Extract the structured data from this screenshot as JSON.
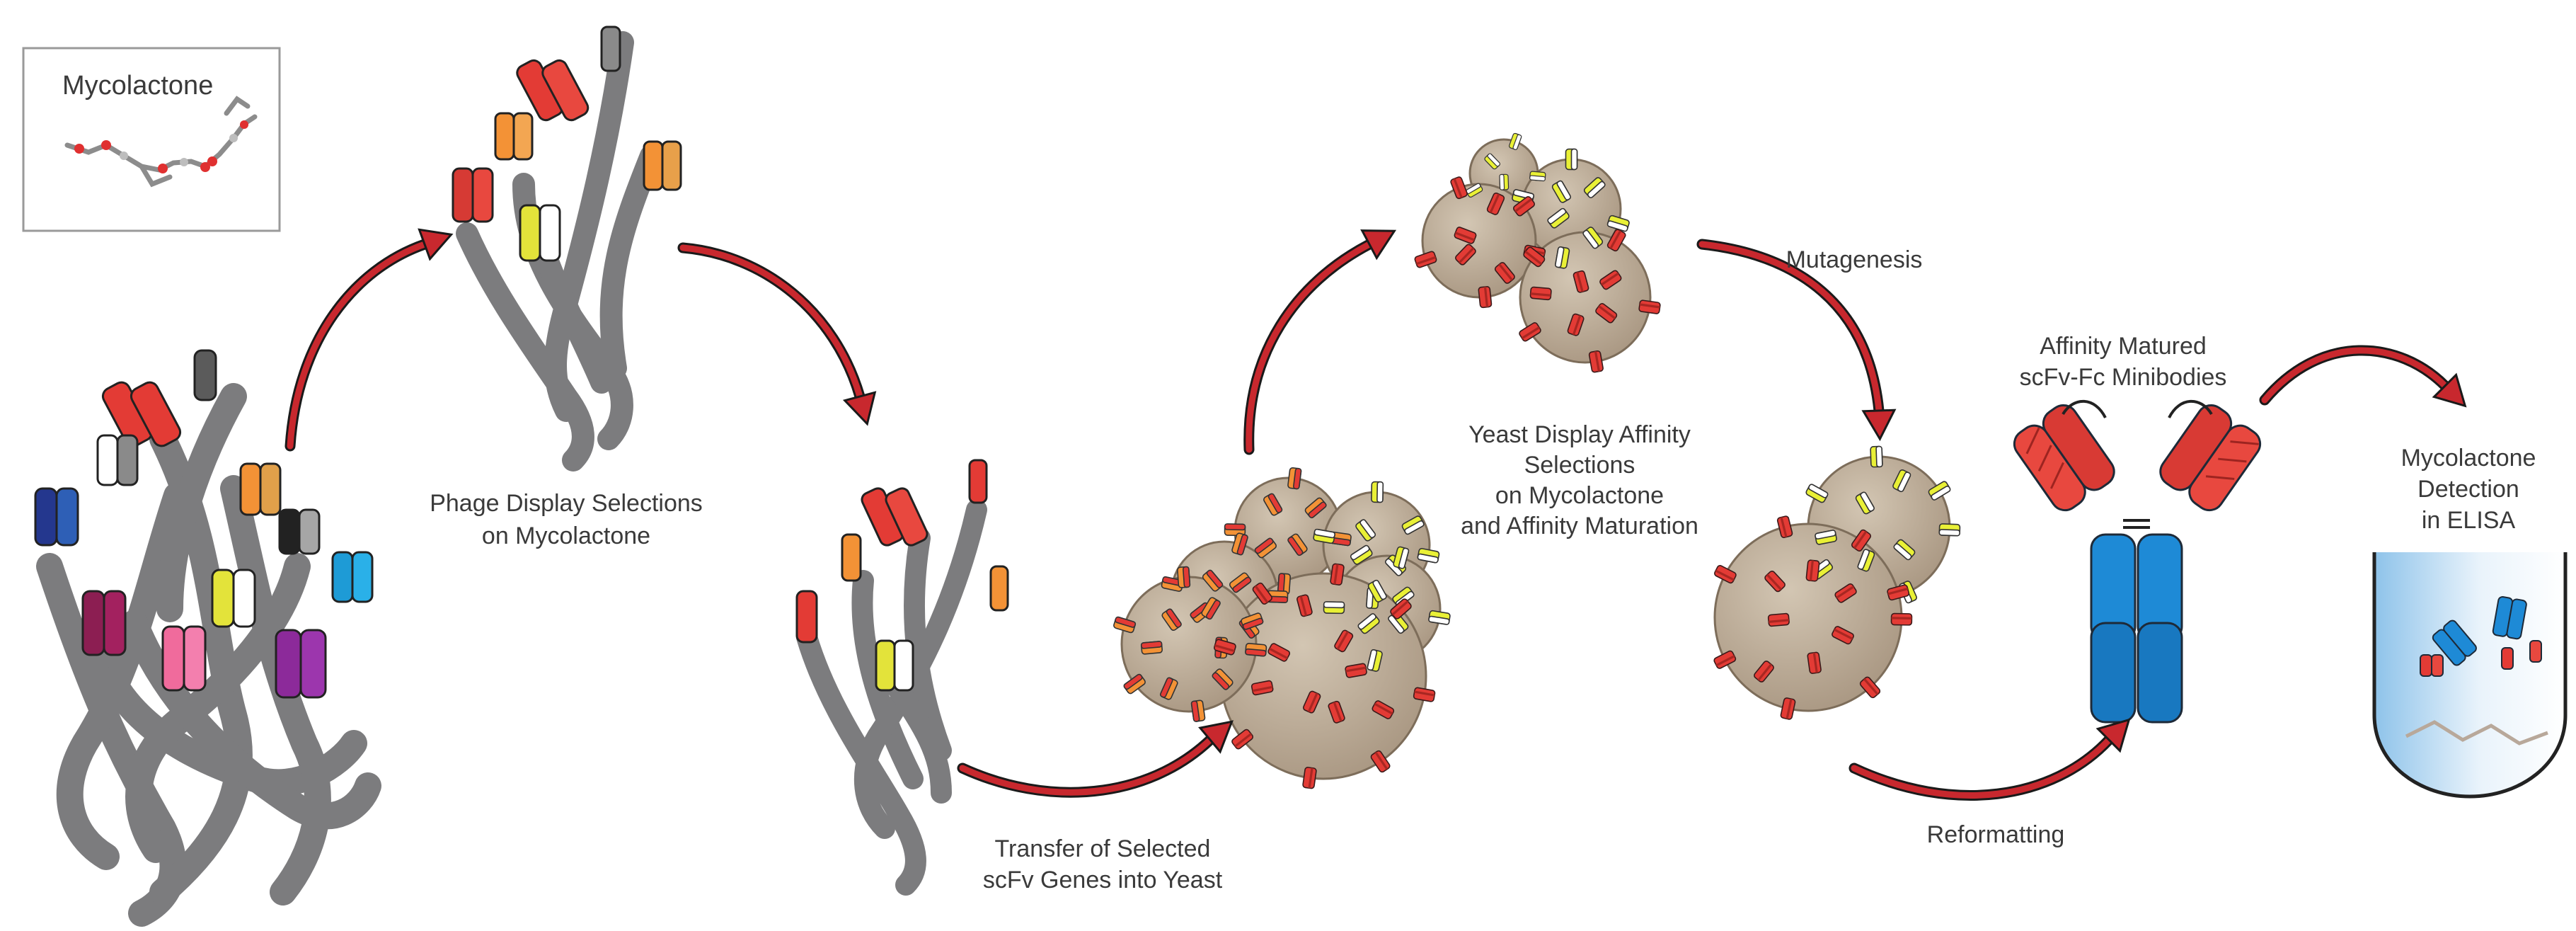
{
  "inset": {
    "title": "Mycolactone"
  },
  "labels": {
    "phage_selection": [
      "Phage Display Selections",
      "on Mycolactone"
    ],
    "transfer": [
      "Transfer of Selected",
      "scFv Genes into Yeast"
    ],
    "yeast_selection": [
      "Yeast Display Affinity",
      "Selections",
      "on Mycolactone",
      "and Affinity Maturation"
    ],
    "mutagenesis": [
      "Mutagenesis"
    ],
    "reformatting": [
      "Reformatting"
    ],
    "minibodies": [
      "Affinity Matured",
      "scFv-Fc Minibodies"
    ],
    "detection": [
      "Mycolactone",
      "Detection",
      "in ELISA"
    ]
  },
  "colors": {
    "arrow": "#c8282e",
    "phage_body": "#7c7c7e",
    "yeast_cell": "#c2b29c",
    "antibody_heavy": "#e8483f",
    "antibody_fc": "#1e8ad6",
    "well_fill": "#cfe4f4"
  }
}
